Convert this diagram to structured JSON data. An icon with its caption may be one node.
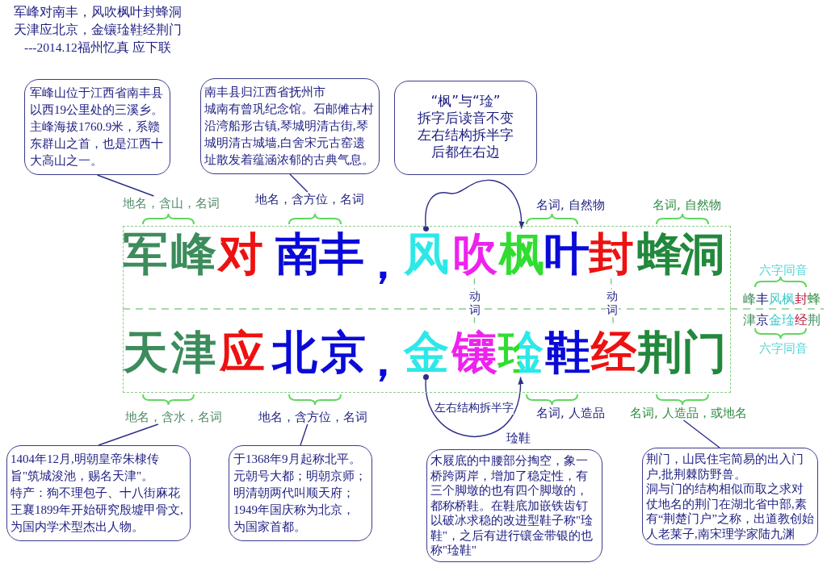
{
  "diagram": {
    "nodes": [
      {
        "text": [
          "军峰山位于江西省南丰县以西19公里处的三溪乡。主峰海拔1760.9米，系赣东群山之首，也是江西十大高山之一。"
        ]
      },
      {
        "text": [
          "南丰县归江西省抚州市",
          "城南有曾巩纪念馆。石邮傩古村沿湾船形古镇,琴城明清古街,琴城明清古城墙,白舍宋元古窑遗址散发着蕴涵浓郁的古典气息。"
        ]
      },
      {
        "text": [
          "“枫”与“琻”",
          "拆字后读音不变左右结构拆半字后都在右边"
        ]
      },
      {
        "text": [
          "地名，含山，名词"
        ]
      },
      {
        "text": [
          "地名，含方位，名词"
        ]
      },
      {
        "text": [],
        "shape": "box"
      },
      {
        "text": [
          "军"
        ],
        "in": 5
      },
      {
        "text": [
          "峰"
        ],
        "in": 5
      },
      {
        "text": [
          "对"
        ],
        "in": 5
      },
      {
        "text": [
          "南"
        ],
        "in": 5
      },
      {
        "text": [
          "丰"
        ],
        "in": 5
      },
      {
        "text": [
          "，"
        ],
        "in": 5
      },
      {
        "text": [
          "风"
        ],
        "in": 5
      },
      {
        "text": [
          "吹"
        ],
        "in": 5
      },
      {
        "text": [
          "枫"
        ],
        "in": 5
      },
      {
        "text": [
          "叶"
        ],
        "in": 5
      },
      {
        "text": [
          "封"
        ],
        "in": 5
      },
      {
        "text": [
          "蜂"
        ],
        "in": 5
      },
      {
        "text": [
          "洞"
        ],
        "in": 5
      },
      {
        "text": [
          "天"
        ],
        "in": 5
      },
      {
        "text": [
          "津"
        ],
        "in": 5
      },
      {
        "text": [
          "应"
        ],
        "in": 5
      },
      {
        "text": [
          "北"
        ],
        "in": 5
      },
      {
        "text": [
          "京"
        ],
        "in": 5
      },
      {
        "text": [
          "，"
        ],
        "in": 5
      },
      {
        "text": [
          "金"
        ],
        "in": 5
      },
      {
        "text": [
          "镶"
        ],
        "in": 5
      },
      {
        "text": [
          "琻"
        ],
        "in": 5
      },
      {
        "text": [
          "鞋"
        ],
        "in": 5
      },
      {
        "text": [
          "经"
        ],
        "in": 5
      },
      {
        "text": [
          "荆"
        ],
        "in": 5
      },
      {
        "text": [
          "门"
        ],
        "in": 5
      },
      {
        "text": [
          "地名，含水，名词"
        ]
      },
      {
        "text": [
          "地名，含方位，名词"
        ]
      },
      {
        "text": [
          "名词, 人造品，或地名"
        ]
      },
      {
        "text": [
          "1404年12月,明朝皇帝朱棣传旨\"筑城浚池，赐名天津\"。",
          "特产：狗不理包子、十八街麻花",
          "王襄1899年开始研究殷墟甲骨文,为国内学术型杰出人物。"
        ]
      },
      {
        "text": [
          "于1368年9月起称北平。",
          "元朝号大都；明朝京师；",
          "明清朝两代叫顺天府；",
          "1949年国庆称为北京，",
          "为国家首都。"
        ]
      },
      {
        "text": [
          "琻鞋",
          "木屐底的中腰部分掏空，象一桥跨两岸，增加了稳定性，有三个脚墩的也有四个脚墩的，都称桥鞋。在鞋底加嵌铁齿钉以破冰求稳的改进型鞋子称\"琻鞋\"，之后有进行镶金带银的也称\"琻鞋\""
        ]
      },
      {
        "text": [
          "荆门，山民住宅简易的出入门户,批荆棘防野兽。",
          "洞与门的结构相似而取之求对仗地名的荆门在湖北省中部,素有“荆楚门户”之称，出道教创始人老莱子,南宋理学家陆九渊"
        ]
      }
    ],
    "edges": [
      {
        "from": 0,
        "to": 3,
        "arrow": "none"
      },
      {
        "from": 1,
        "to": 4,
        "arrow": "none"
      },
      {
        "from": 12,
        "to": 14,
        "arrow": "to"
      },
      {
        "from": 13,
        "to": 26,
        "arrow": "none",
        "label": "动词",
        "style": "dashed",
        "color": "#77cc77"
      },
      {
        "from": 16,
        "to": 29,
        "arrow": "none",
        "label": "动词",
        "style": "dashed",
        "color": "#77cc77"
      },
      {
        "from": 25,
        "to": 27,
        "arrow": "to",
        "label": "左右结构拆半字"
      },
      {
        "from": 35,
        "to": 32,
        "arrow": "none"
      },
      {
        "from": 36,
        "to": 33,
        "arrow": "none"
      },
      {
        "from": 38,
        "to": 34,
        "arrow": "none"
      }
    ],
    "labels": [
      "军峰对南丰，风吹枫叶封蜂洞",
      "天津应北京，金镶琻鞋经荆门",
      "---2014.12福州忆真 应下联",
      "名词, 自然物",
      "名词, 自然物",
      "六字同音",
      "峰丰风枫封蜂",
      "津京金琻经荆",
      "六字同音",
      "名词, 人造品"
    ]
  }
}
